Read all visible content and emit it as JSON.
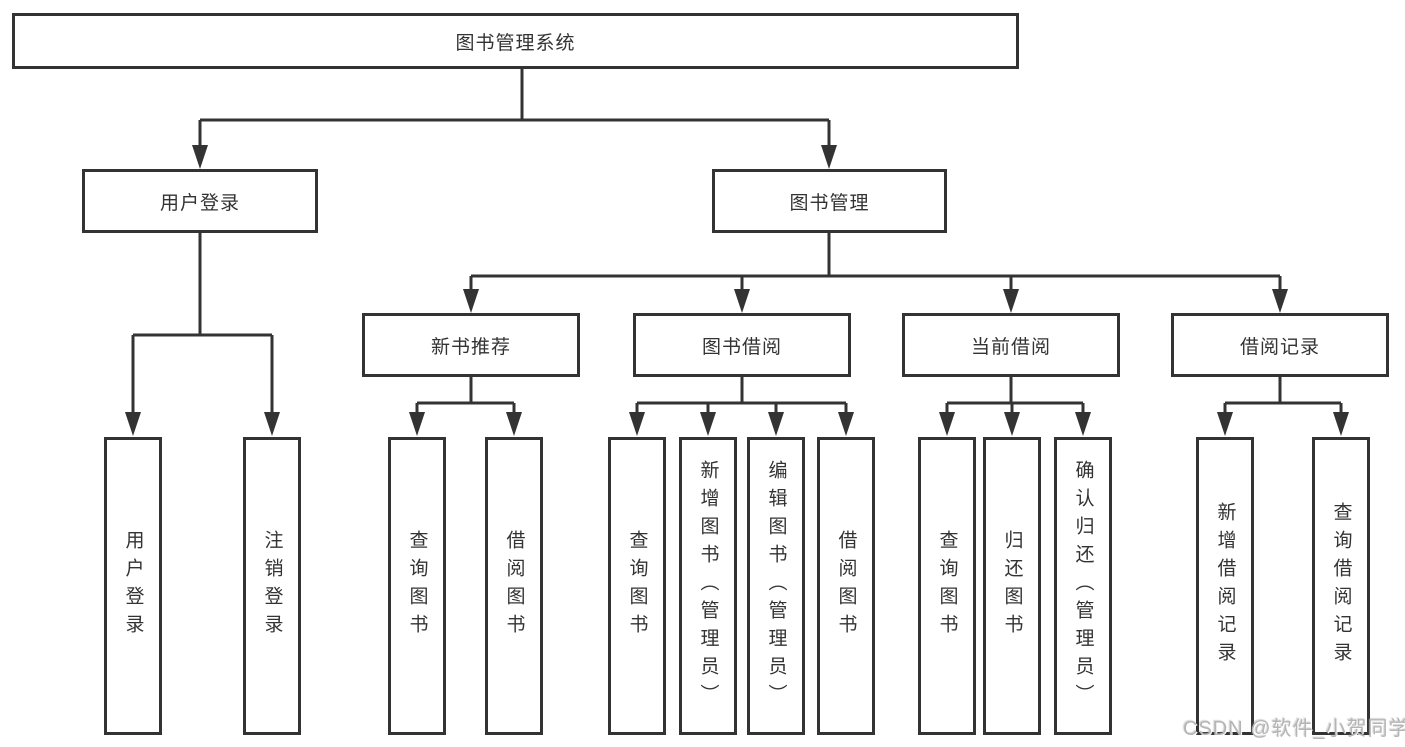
{
  "diagram": {
    "title": "图书管理系统",
    "tree": {
      "label": "图书管理系统",
      "children": [
        {
          "label": "用户登录",
          "children": [
            {
              "label": "用户登录"
            },
            {
              "label": "注销登录"
            }
          ]
        },
        {
          "label": "图书管理",
          "children": [
            {
              "label": "新书推荐",
              "children": [
                {
                  "label": "查询图书"
                },
                {
                  "label": "借阅图书"
                }
              ]
            },
            {
              "label": "图书借阅",
              "children": [
                {
                  "label": "查询图书"
                },
                {
                  "label": "新增图书（管理员）"
                },
                {
                  "label": "编辑图书（管理员）"
                },
                {
                  "label": "借阅图书"
                }
              ]
            },
            {
              "label": "当前借阅",
              "children": [
                {
                  "label": "查询图书"
                },
                {
                  "label": "归还图书"
                },
                {
                  "label": "确认归还（管理员）"
                }
              ]
            },
            {
              "label": "借阅记录",
              "children": [
                {
                  "label": "新增借阅记录"
                },
                {
                  "label": "查询借阅记录"
                }
              ]
            }
          ]
        }
      ]
    }
  },
  "watermark": {
    "text": "CSDN @软件_小贺同学"
  },
  "colors": {
    "line": "#333333",
    "box_border": "#333333",
    "text": "#333333",
    "background": "#ffffff",
    "watermark": "#b5b5b5"
  }
}
